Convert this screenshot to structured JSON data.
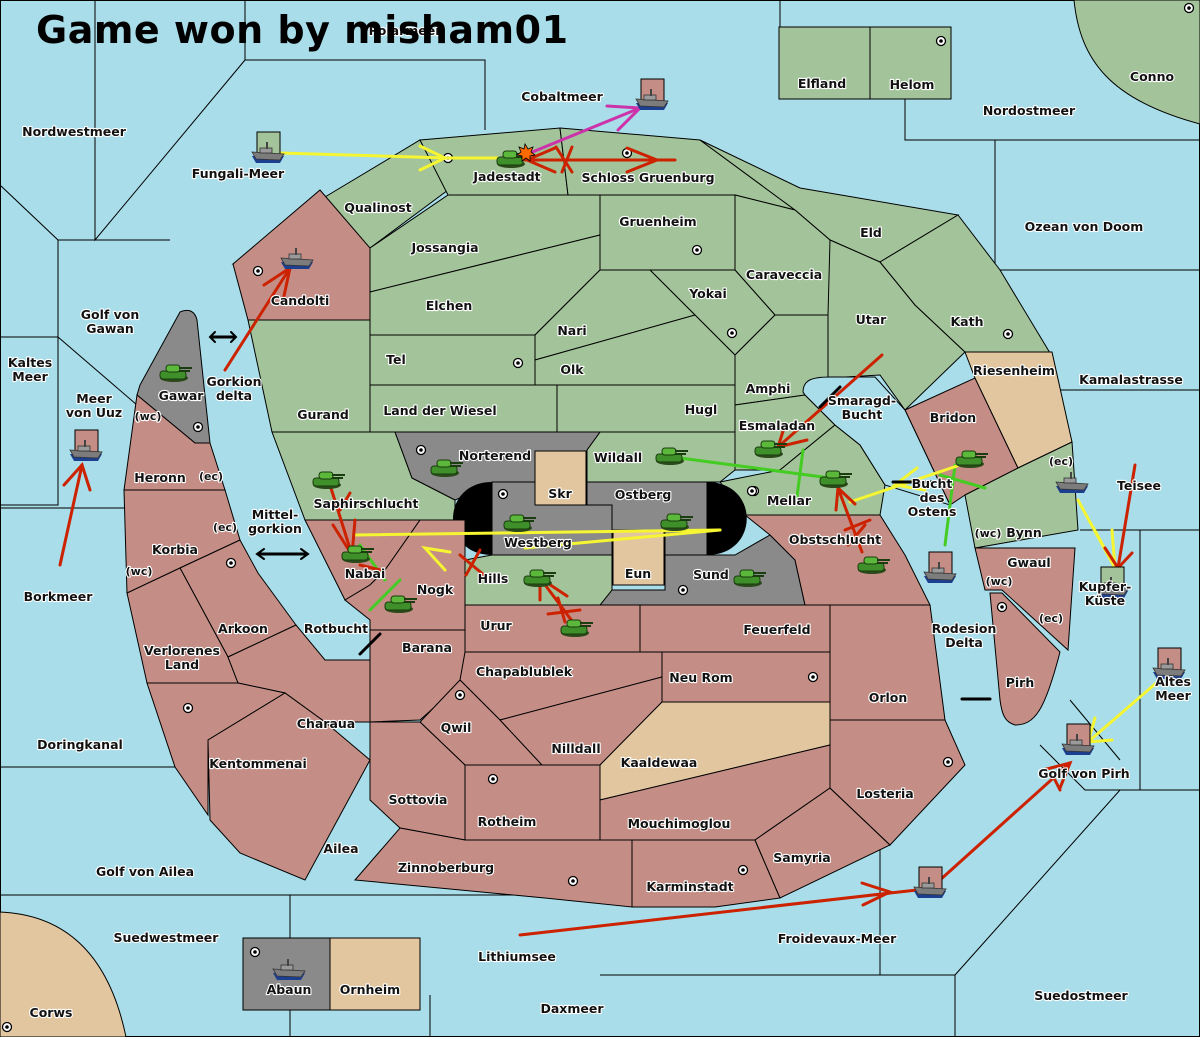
{
  "title": "Game won by misham01",
  "colors": {
    "sea": "#a8dde9",
    "green_player": "#a3c49a",
    "red_player": "#c48e86",
    "grey_player": "#8a8a8a",
    "neutral": "#e2c6a0",
    "order_move": "#cc2200",
    "order_support": "#f5f532",
    "order_convoy": "#44cc22",
    "order_retreat": "#cc33aa"
  },
  "territories": [
    {
      "name": "Polarmeer",
      "owner": "sea"
    },
    {
      "name": "Nordwestmeer",
      "owner": "sea"
    },
    {
      "name": "Fungali-Meer",
      "owner": "sea"
    },
    {
      "name": "Cobaltmeer",
      "owner": "sea"
    },
    {
      "name": "Elfland",
      "owner": "green"
    },
    {
      "name": "Helom",
      "owner": "green",
      "supply_center": true
    },
    {
      "name": "Conno",
      "owner": "green",
      "supply_center": true
    },
    {
      "name": "Nordostmeer",
      "owner": "sea"
    },
    {
      "name": "Jadestadt",
      "owner": "green",
      "supply_center": true
    },
    {
      "name": "Schloss Gruenburg",
      "owner": "green",
      "supply_center": true
    },
    {
      "name": "Qualinost",
      "owner": "green"
    },
    {
      "name": "Gruenheim",
      "owner": "green",
      "supply_center": true
    },
    {
      "name": "Eld",
      "owner": "green"
    },
    {
      "name": "Ozean von Doom",
      "owner": "sea"
    },
    {
      "name": "Jossangia",
      "owner": "green"
    },
    {
      "name": "Caraveccia",
      "owner": "green"
    },
    {
      "name": "Candolti",
      "owner": "red",
      "supply_center": true
    },
    {
      "name": "Yokai",
      "owner": "green",
      "supply_center": true
    },
    {
      "name": "Elchen",
      "owner": "green"
    },
    {
      "name": "Utar",
      "owner": "green"
    },
    {
      "name": "Kath",
      "owner": "green",
      "supply_center": true
    },
    {
      "name": "Golf von Gawan",
      "owner": "sea"
    },
    {
      "name": "Nari",
      "owner": "green"
    },
    {
      "name": "Tel",
      "owner": "green",
      "supply_center": true
    },
    {
      "name": "Olk",
      "owner": "green"
    },
    {
      "name": "Kaltes Meer",
      "owner": "sea"
    },
    {
      "name": "Riesenheim",
      "owner": "neutral"
    },
    {
      "name": "Kamalastrasse",
      "owner": "sea"
    },
    {
      "name": "Amphi",
      "owner": "green"
    },
    {
      "name": "Gawar",
      "owner": "grey",
      "supply_center": true
    },
    {
      "name": "Gorkion delta",
      "owner": "sea"
    },
    {
      "name": "Meer von Uuz",
      "owner": "sea"
    },
    {
      "name": "Smaragd-Bucht",
      "owner": "sea"
    },
    {
      "name": "Gurand",
      "owner": "green"
    },
    {
      "name": "Land der Wiesel",
      "owner": "green"
    },
    {
      "name": "Hugl",
      "owner": "green"
    },
    {
      "name": "Bridon",
      "owner": "red"
    },
    {
      "name": "Esmaladan",
      "owner": "green"
    },
    {
      "name": "Heronn",
      "owner": "red"
    },
    {
      "name": "Norterend",
      "owner": "grey",
      "supply_center": true
    },
    {
      "name": "Wildall",
      "owner": "green"
    },
    {
      "name": "Teisee",
      "owner": "sea"
    },
    {
      "name": "Skr",
      "owner": "neutral"
    },
    {
      "name": "Ostberg",
      "owner": "grey",
      "supply_center": true
    },
    {
      "name": "Mellar",
      "owner": "green",
      "supply_center": true
    },
    {
      "name": "Saphirschlucht",
      "owner": "green"
    },
    {
      "name": "Bucht des Ostens",
      "owner": "sea"
    },
    {
      "name": "Mittel-gorkion",
      "owner": "sea"
    },
    {
      "name": "Westberg",
      "owner": "grey",
      "supply_center": true
    },
    {
      "name": "Obstschlucht",
      "owner": "red"
    },
    {
      "name": "Bynn",
      "owner": "green"
    },
    {
      "name": "Korbia",
      "owner": "red",
      "supply_center": true
    },
    {
      "name": "Nabai",
      "owner": "red"
    },
    {
      "name": "Hills",
      "owner": "green"
    },
    {
      "name": "Eun",
      "owner": "neutral"
    },
    {
      "name": "Sund",
      "owner": "grey",
      "supply_center": true
    },
    {
      "name": "Gwaul",
      "owner": "red"
    },
    {
      "name": "Nogk",
      "owner": "red"
    },
    {
      "name": "Kupfer-Küste",
      "owner": "sea"
    },
    {
      "name": "Borkmeer",
      "owner": "sea"
    },
    {
      "name": "Arkoon",
      "owner": "red"
    },
    {
      "name": "Rotbucht",
      "owner": "sea"
    },
    {
      "name": "Urur",
      "owner": "red"
    },
    {
      "name": "Feuerfeld",
      "owner": "red"
    },
    {
      "name": "Rodesion Delta",
      "owner": "sea"
    },
    {
      "name": "Barana",
      "owner": "red"
    },
    {
      "name": "Altes Meer",
      "owner": "sea"
    },
    {
      "name": "Verlorenes Land",
      "owner": "red"
    },
    {
      "name": "Chapablublek",
      "owner": "red"
    },
    {
      "name": "Neu Rom",
      "owner": "red",
      "supply_center": true
    },
    {
      "name": "Pirh",
      "owner": "red",
      "supply_center": true
    },
    {
      "name": "Orlon",
      "owner": "red"
    },
    {
      "name": "Charaua",
      "owner": "red"
    },
    {
      "name": "Qwil",
      "owner": "red",
      "supply_center": true
    },
    {
      "name": "Doringkanal",
      "owner": "sea"
    },
    {
      "name": "Nilldall",
      "owner": "red"
    },
    {
      "name": "Kaaldewaa",
      "owner": "neutral"
    },
    {
      "name": "Golf von Pirh",
      "owner": "sea"
    },
    {
      "name": "Kentommenai",
      "owner": "red",
      "supply_center": true
    },
    {
      "name": "Losteria",
      "owner": "red",
      "supply_center": true
    },
    {
      "name": "Sottovia",
      "owner": "red"
    },
    {
      "name": "Rotheim",
      "owner": "red",
      "supply_center": true
    },
    {
      "name": "Mouchimoglou",
      "owner": "red"
    },
    {
      "name": "Ailea",
      "owner": "red"
    },
    {
      "name": "Samyria",
      "owner": "red"
    },
    {
      "name": "Golf von Ailea",
      "owner": "sea"
    },
    {
      "name": "Zinnoberburg",
      "owner": "red",
      "supply_center": true
    },
    {
      "name": "Karminstadt",
      "owner": "red",
      "supply_center": true
    },
    {
      "name": "Suedwestmeer",
      "owner": "sea"
    },
    {
      "name": "Froidevaux-Meer",
      "owner": "sea"
    },
    {
      "name": "Lithiumsee",
      "owner": "sea"
    },
    {
      "name": "Abaun",
      "owner": "grey",
      "supply_center": true
    },
    {
      "name": "Ornheim",
      "owner": "neutral"
    },
    {
      "name": "Suedostmeer",
      "owner": "sea"
    },
    {
      "name": "Daxmeer",
      "owner": "sea"
    },
    {
      "name": "Corws",
      "owner": "neutral",
      "supply_center": true
    }
  ],
  "coast_labels": [
    "(wc)",
    "(ec)",
    "(ec)",
    "(wc)",
    "(ec)",
    "(wc)",
    "(wc)",
    "(ec)"
  ],
  "units": [
    {
      "type": "fleet",
      "location": "Fungali-Meer",
      "owner": "green"
    },
    {
      "type": "army",
      "location": "Jadestadt",
      "owner": "green",
      "dislodged": true
    },
    {
      "type": "fleet",
      "location": "Cobaltmeer",
      "owner": "red",
      "retreat": true
    },
    {
      "type": "fleet",
      "location": "Candolti",
      "owner": "red"
    },
    {
      "type": "army",
      "location": "Gawar",
      "owner": "green"
    },
    {
      "type": "fleet",
      "location": "Meer von Uuz",
      "owner": "red"
    },
    {
      "type": "army",
      "location": "Norterend",
      "owner": "green"
    },
    {
      "type": "army",
      "location": "Wildall",
      "owner": "green"
    },
    {
      "type": "army",
      "location": "Esmaladan",
      "owner": "green"
    },
    {
      "type": "army",
      "location": "Mellar",
      "owner": "green"
    },
    {
      "type": "army",
      "location": "Bridon",
      "owner": "green"
    },
    {
      "type": "army",
      "location": "Saphirschlucht",
      "owner": "green"
    },
    {
      "type": "army",
      "location": "Westberg",
      "owner": "green"
    },
    {
      "type": "army",
      "location": "Ostberg",
      "owner": "green"
    },
    {
      "type": "army",
      "location": "Nabai",
      "owner": "green"
    },
    {
      "type": "army",
      "location": "Nogk",
      "owner": "green"
    },
    {
      "type": "army",
      "location": "Hills",
      "owner": "green"
    },
    {
      "type": "army",
      "location": "Urur",
      "owner": "green"
    },
    {
      "type": "army",
      "location": "Sund",
      "owner": "green"
    },
    {
      "type": "army",
      "location": "Obstschlucht",
      "owner": "green"
    },
    {
      "type": "fleet",
      "location": "Bucht des Ostens",
      "owner": "red"
    },
    {
      "type": "fleet",
      "location": "Bynn (ec)",
      "owner": "green"
    },
    {
      "type": "fleet",
      "location": "Kupfer-Küste",
      "owner": "green"
    },
    {
      "type": "fleet",
      "location": "Altes Meer",
      "owner": "red"
    },
    {
      "type": "fleet",
      "location": "Golf von Pirh",
      "owner": "red"
    },
    {
      "type": "fleet",
      "location": "Froidevaux-Meer",
      "owner": "red"
    },
    {
      "type": "fleet",
      "location": "Abaun",
      "owner": "grey"
    }
  ],
  "orders": [
    {
      "kind": "support",
      "from": "Fungali-Meer",
      "to": "Jadestadt"
    },
    {
      "kind": "move",
      "from": "Schloss Gruenburg",
      "to": "Jadestadt",
      "failed": true
    },
    {
      "kind": "retreat",
      "from": "Jadestadt",
      "to": "Cobaltmeer"
    },
    {
      "kind": "move",
      "from": "Schloss Gruenburg",
      "to": "Schloss Gruenburg"
    },
    {
      "kind": "move",
      "from": "Gorkion delta",
      "to": "Candolti"
    },
    {
      "kind": "move",
      "from": "Borkmeer",
      "to": "Meer von Uuz"
    },
    {
      "kind": "move",
      "from": "Utar",
      "to": "Esmaladan"
    },
    {
      "kind": "convoy",
      "from": "Wildall",
      "to": "Mellar",
      "failed": true
    },
    {
      "kind": "support",
      "from": "Bridon",
      "to": "Mellar"
    },
    {
      "kind": "convoy",
      "from": "Bucht des Ostens",
      "to": "Bridon",
      "failed": true
    },
    {
      "kind": "move",
      "from": "Obstschlucht",
      "to": "Mellar",
      "failed": true
    },
    {
      "kind": "move",
      "from": "Saphirschlucht",
      "to": "Nabai",
      "failed": true
    },
    {
      "kind": "support",
      "from": "Hills",
      "to": "Nabai"
    },
    {
      "kind": "convoy",
      "from": "Nogk",
      "to": "Nabai",
      "failed": true
    },
    {
      "kind": "move",
      "from": "Urur",
      "to": "Hills",
      "failed": true
    },
    {
      "kind": "support",
      "from": "Bynn",
      "to": "Kupfer-Küste"
    },
    {
      "kind": "move",
      "from": "Teisee",
      "to": "Kupfer-Küste"
    },
    {
      "kind": "support",
      "from": "Altes Meer",
      "to": "Golf von Pirh"
    },
    {
      "kind": "move",
      "from": "Froidevaux-Meer",
      "to": "Golf von Pirh"
    },
    {
      "kind": "move",
      "from": "Lithiumsee",
      "to": "Froidevaux-Meer"
    }
  ]
}
